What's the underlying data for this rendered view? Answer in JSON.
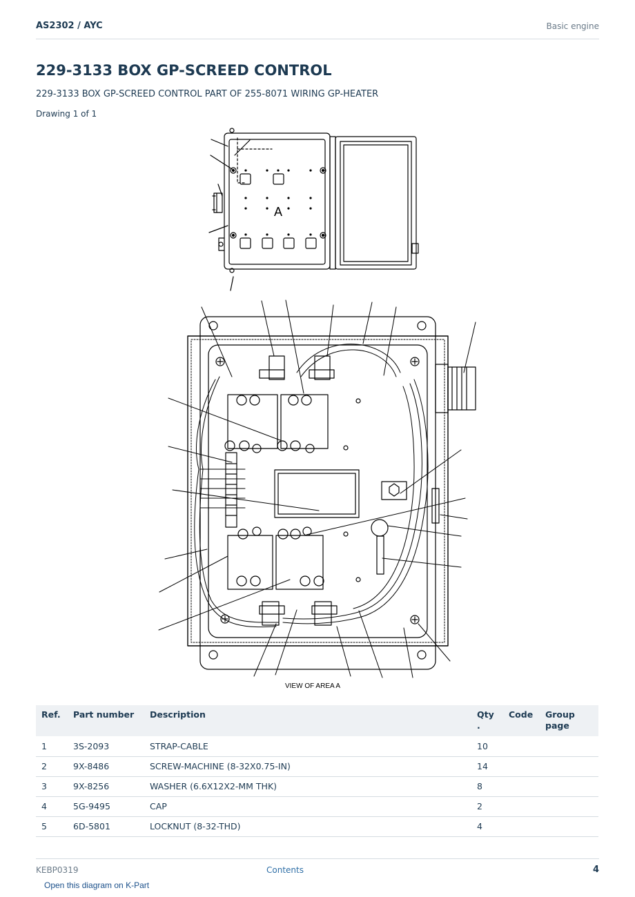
{
  "header": {
    "doc_id": "AS2302  /  AYC",
    "section": "Basic engine"
  },
  "title": "229-3133 BOX GP-SCREED CONTROL",
  "subtitle": "229-3133 BOX GP-SCREED CONTROL PART OF 255-8071 WIRING GP-HEATER",
  "drawing_count": "Drawing 1 of 1",
  "diagram": {
    "area_label": "A",
    "view_caption": "VIEW OF AREA A"
  },
  "parts_table": {
    "headers": {
      "ref": "Ref.",
      "part_number": "Part number",
      "description": "Description",
      "qty": "Qty .",
      "code": "Code",
      "group_page": "Group page"
    },
    "rows": [
      {
        "ref": "1",
        "part_number": "3S-2093",
        "description": "STRAP-CABLE",
        "qty": "10",
        "code": "",
        "group_page": ""
      },
      {
        "ref": "2",
        "part_number": "9X-8486",
        "description": "SCREW-MACHINE (8-32X0.75-IN)",
        "qty": "14",
        "code": "",
        "group_page": ""
      },
      {
        "ref": "3",
        "part_number": "9X-8256",
        "description": "WASHER (6.6X12X2-MM THK)",
        "qty": "8",
        "code": "",
        "group_page": ""
      },
      {
        "ref": "4",
        "part_number": "5G-9495",
        "description": "CAP",
        "qty": "2",
        "code": "",
        "group_page": ""
      },
      {
        "ref": "5",
        "part_number": "6D-5801",
        "description": "LOCKNUT (8-32-THD)",
        "qty": "4",
        "code": "",
        "group_page": ""
      }
    ]
  },
  "footer": {
    "doc_code": "KEBP0319",
    "contents_link": "Contents",
    "page_number": "4"
  },
  "kpart_link": "Open this diagram on K-Part"
}
